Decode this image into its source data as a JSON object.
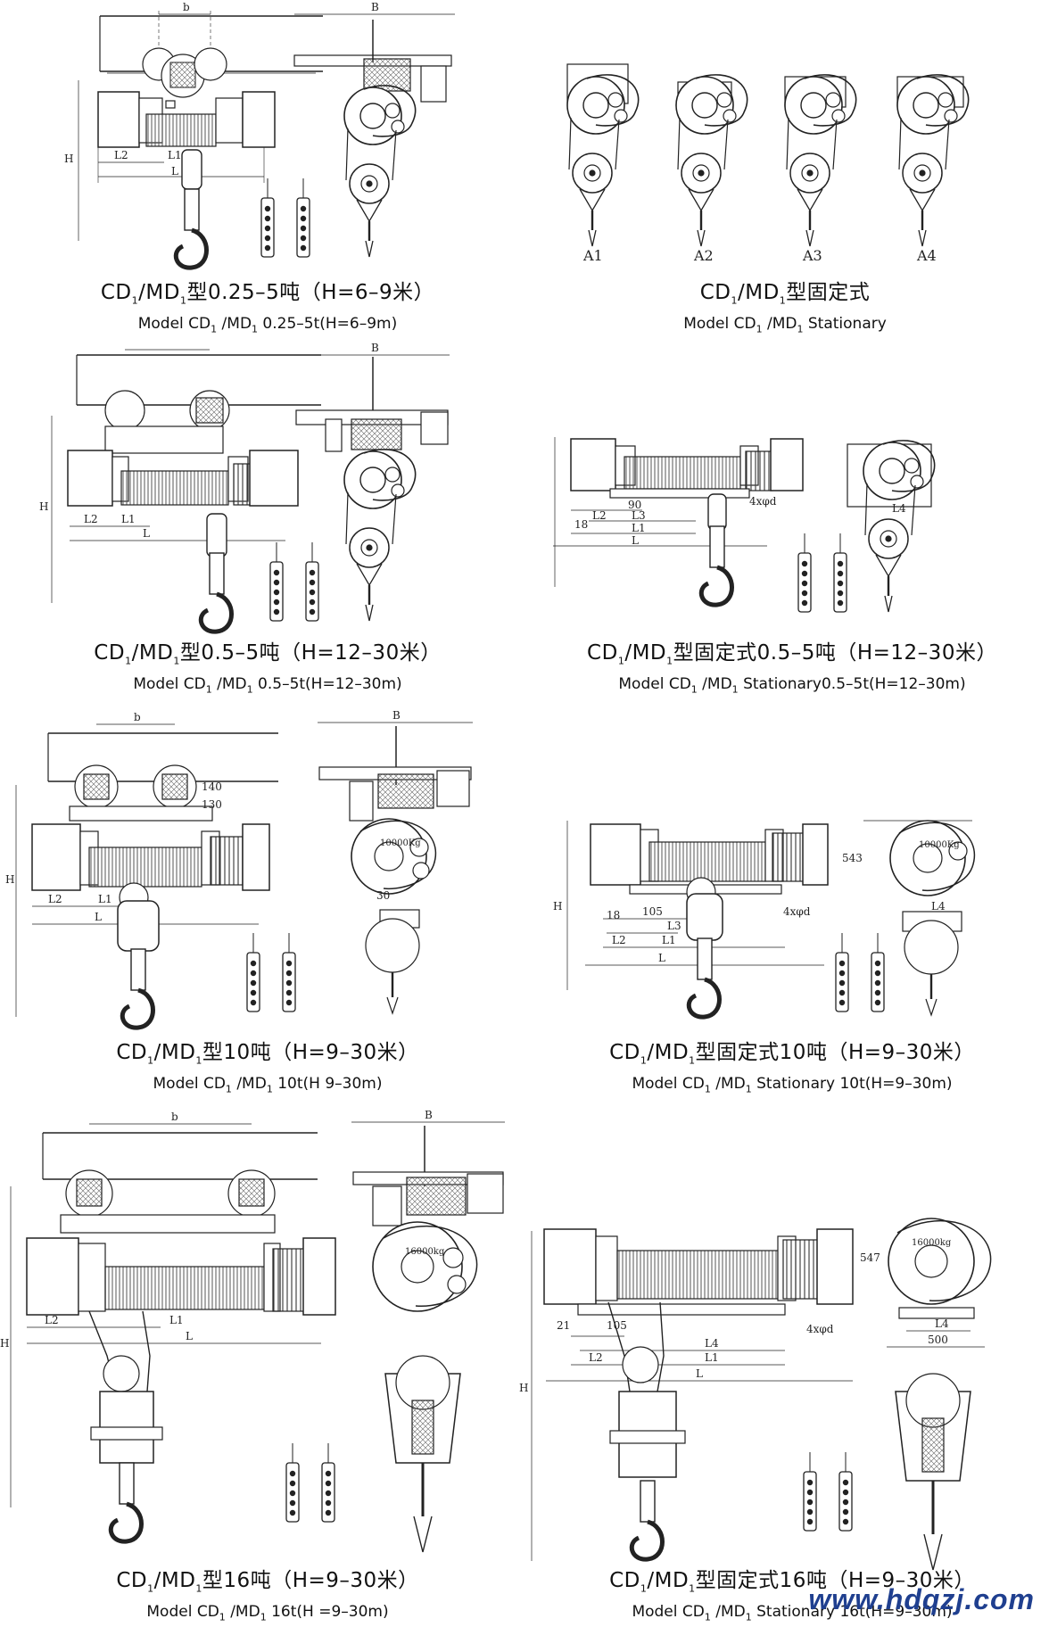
{
  "diagrams": [
    {
      "zh_pre": "CD",
      "zh_mid": "/MD",
      "zh_post": "型0.25–5吨（H=6–9米）",
      "en_pre": "Model CD",
      "en_mid": " /MD",
      "en_post": " 0.25–5t(H=6–9m)"
    },
    {
      "zh_pre": "CD",
      "zh_mid": "/MD",
      "zh_post": "型固定式",
      "en_pre": "Model CD",
      "en_mid": " /MD",
      "en_post": "  Stationary"
    },
    {
      "zh_pre": "CD",
      "zh_mid": "/MD",
      "zh_post": "型0.5–5吨（H=12–30米）",
      "en_pre": "Model CD",
      "en_mid": " /MD",
      "en_post": " 0.5–5t(H=12–30m)"
    },
    {
      "zh_pre": "CD",
      "zh_mid": "/MD",
      "zh_post": "型固定式0.5–5吨（H=12–30米）",
      "en_pre": "Model CD",
      "en_mid": " /MD",
      "en_post": "  Stationary0.5–5t(H=12–30m)"
    },
    {
      "zh_pre": "CD",
      "zh_mid": "/MD",
      "zh_post": "型10吨（H=9–30米）",
      "en_pre": "Model CD",
      "en_mid": " /MD",
      "en_post": "  10t(H 9–30m)"
    },
    {
      "zh_pre": "CD",
      "zh_mid": "/MD",
      "zh_post": "型固定式10吨（H=9–30米）",
      "en_pre": "Model CD",
      "en_mid": " /MD",
      "en_post": "  Stationary 10t(H=9–30m)"
    },
    {
      "zh_pre": "CD",
      "zh_mid": "/MD",
      "zh_post": "型16吨（H=9–30米）",
      "en_pre": "Model CD",
      "en_mid": " /MD",
      "en_post": "  16t(H =9–30m)"
    },
    {
      "zh_pre": "CD",
      "zh_mid": "/MD",
      "zh_post": "型固定式16吨（H=9–30米）",
      "en_pre": "Model CD",
      "en_mid": " /MD",
      "en_post": "  Stationary 16t(H=9–30m)"
    }
  ],
  "sub": "1",
  "labels": {
    "b": "b",
    "B": "B",
    "H": "H",
    "L": "L",
    "L1": "L1",
    "L2": "L2",
    "L3": "L3",
    "L4": "L4",
    "n90": "90",
    "n105": "105",
    "n18": "18",
    "n21": "21",
    "n500": "500",
    "n543": "543",
    "n547": "547",
    "n130": "130",
    "n140": "140",
    "n30": "30",
    "holes": "4xφd",
    "A1": "A1",
    "A2": "A2",
    "A3": "A3",
    "A4": "A4",
    "kg10": "10000Kg",
    "kg16": "16000kg"
  },
  "watermark": "www.hdqzj.com"
}
